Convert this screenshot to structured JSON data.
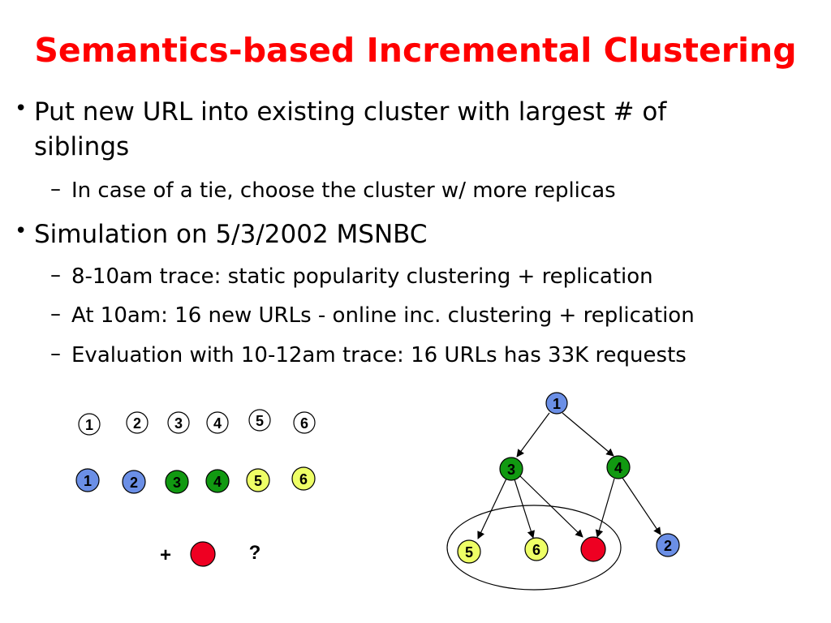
{
  "slide": {
    "title": "Semantics-based Incremental Clustering",
    "colors": {
      "title": "#ff0000",
      "blue": "#6b8fe6",
      "green": "#119911",
      "yellow": "#eeff66",
      "red": "#ee0022"
    }
  },
  "bullets": [
    {
      "text_line1": "Put new URL into existing cluster with largest # of",
      "text_line2": "siblings",
      "sub": [
        "In case of a tie, choose the cluster w/ more replicas"
      ]
    },
    {
      "text": "Simulation on 5/3/2002 MSNBC",
      "sub": [
        "8-10am trace: static popularity clustering + replication",
        "At 10am: 16 new URLs - online inc. clustering + replication",
        "Evaluation with 10-12am trace: 16 URLs has 33K requests"
      ]
    }
  ],
  "bullet_char": "•",
  "dash_char": "–",
  "left_diagram": {
    "row1": [
      "1",
      "2",
      "3",
      "4",
      "5",
      "6"
    ],
    "row2": [
      "1",
      "2",
      "3",
      "4",
      "5",
      "6"
    ],
    "plus": "+",
    "question": "?"
  },
  "tree": {
    "nodes": {
      "n1": "1",
      "n3": "3",
      "n4": "4",
      "n5": "5",
      "n6": "6",
      "n2": "2"
    }
  }
}
